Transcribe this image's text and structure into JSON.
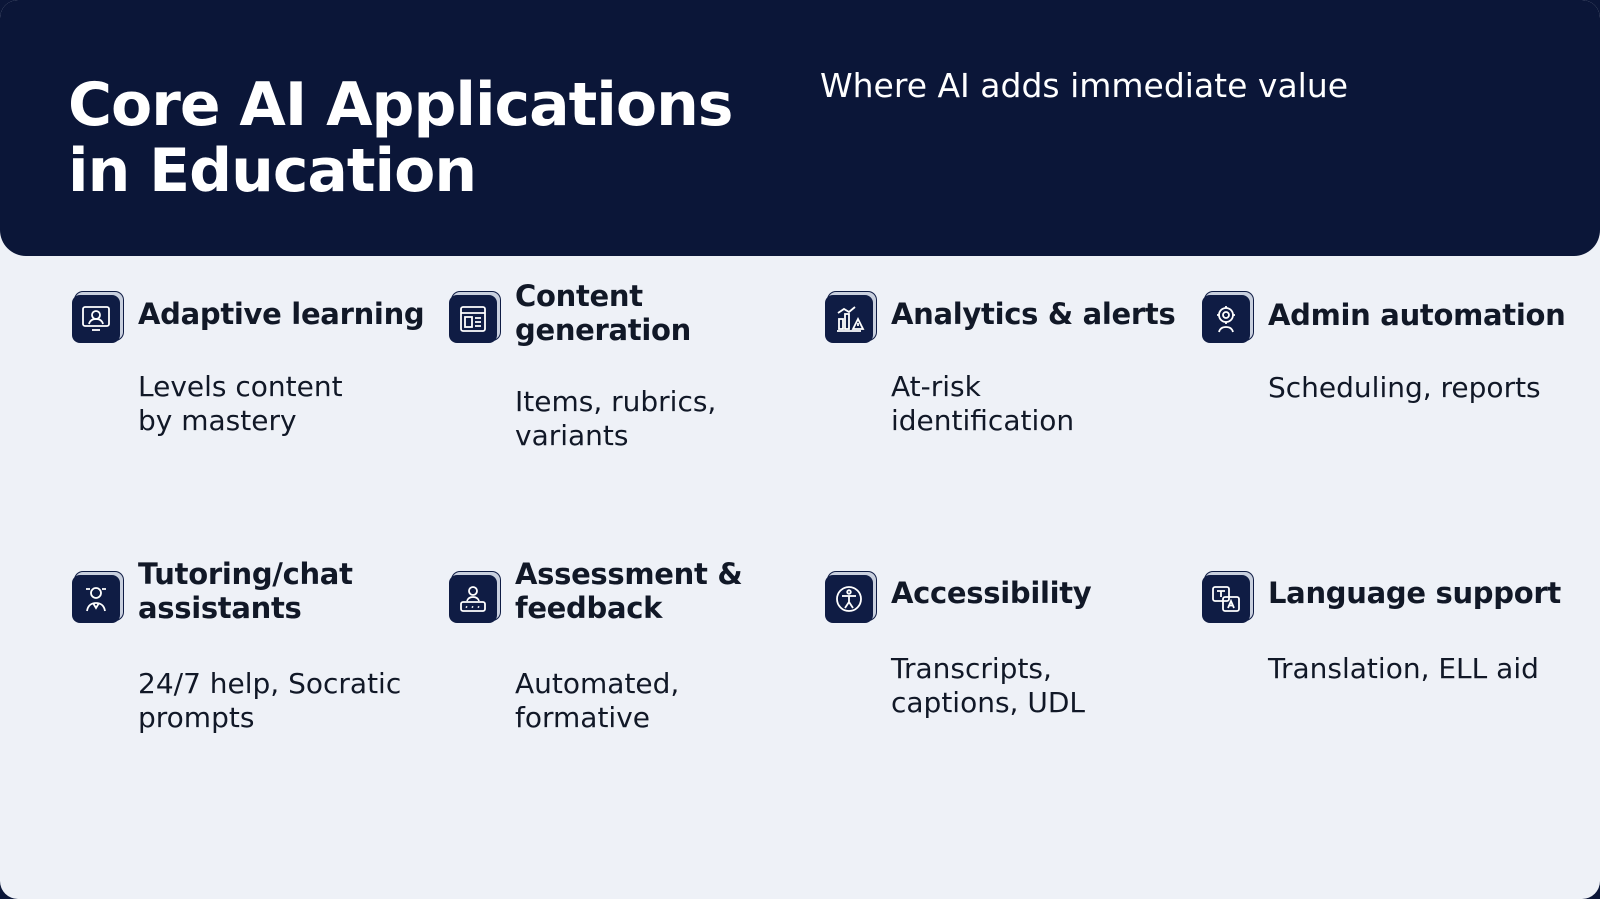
{
  "header": {
    "title_line1": "Core AI Applications",
    "title_line2": "in Education",
    "subtitle": "Where AI adds immediate value"
  },
  "cards": [
    {
      "title": "Adaptive learning",
      "desc_line1": "Levels content",
      "desc_line2": "by mastery",
      "icon": "adaptive-learning-icon"
    },
    {
      "title": "Content generation",
      "desc_line1": "Items, rubrics,",
      "desc_line2": "variants",
      "icon": "content-generation-icon"
    },
    {
      "title": "Analytics & alerts",
      "desc_line1": "At-risk",
      "desc_line2": "identification",
      "icon": "analytics-icon"
    },
    {
      "title": "Admin automation",
      "desc_line1": "Scheduling, reports",
      "desc_line2": "",
      "icon": "admin-automation-icon"
    },
    {
      "title_line1": "Tutoring/chat",
      "title_line2": "assistants",
      "desc_line1": "24/7 help, Socratic",
      "desc_line2": "prompts",
      "icon": "tutoring-icon"
    },
    {
      "title_line1": "Assessment &",
      "title_line2": "feedback",
      "desc_line1": "Automated,",
      "desc_line2": "formative",
      "icon": "assessment-icon"
    },
    {
      "title": "Accessibility",
      "desc_line1": "Transcripts,",
      "desc_line2": "captions, UDL",
      "icon": "accessibility-icon"
    },
    {
      "title": "Language support",
      "desc_line1": "Translation, ELL aid",
      "desc_line2": "",
      "icon": "language-support-icon"
    }
  ],
  "colors": {
    "header_bg": "#0b1638",
    "body_bg": "#eef1f7",
    "text": "#111827"
  }
}
